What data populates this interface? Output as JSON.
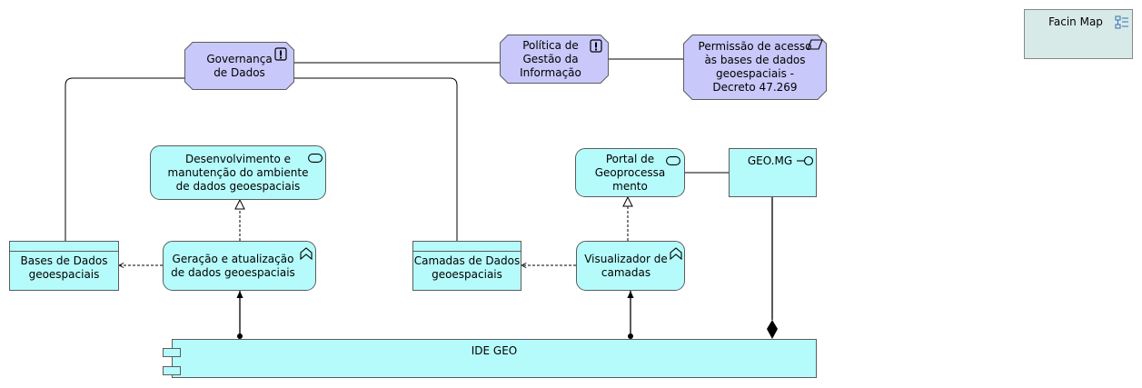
{
  "colors": {
    "application": "#b6fbfb",
    "motivation": "#c8c8fa",
    "view": "#d8eae8",
    "line": "#000000"
  },
  "elements": {
    "governanca": {
      "label": "Governança\nde Dados",
      "icon": "principle-icon"
    },
    "politica": {
      "label": "Política de\nGestão da\nInformação",
      "icon": "principle-icon"
    },
    "permissao": {
      "label": "Permissão de acesso\nàs bases de dados\ngeoespaciais -\nDecreto 47.269",
      "icon": "representation-icon"
    },
    "desenvolvimento": {
      "label": "Desenvolvimento e\nmanutenção do ambiente\nde dados geoespaciais",
      "icon": "service-icon"
    },
    "portal": {
      "label": "Portal de\nGeoprocessa\nmento",
      "icon": "service-icon"
    },
    "geomg": {
      "label": "GEO.MG",
      "icon": "interface-icon"
    },
    "bases": {
      "label": "Bases de Dados\ngeoespaciais",
      "icon": "data-object"
    },
    "geracao": {
      "label": "Geração e atualização\nde dados geoespaciais",
      "icon": "function-icon"
    },
    "camadas": {
      "label": "Camadas de Dados\ngeoespaciais",
      "icon": "data-object"
    },
    "visualizador": {
      "label": "Visualizador de\ncamadas",
      "icon": "function-icon"
    },
    "idegeo": {
      "label": "IDE GEO",
      "icon": "component-icon"
    }
  },
  "view_reference": {
    "label": "Facin Map",
    "icon": "view-reference-icon"
  }
}
